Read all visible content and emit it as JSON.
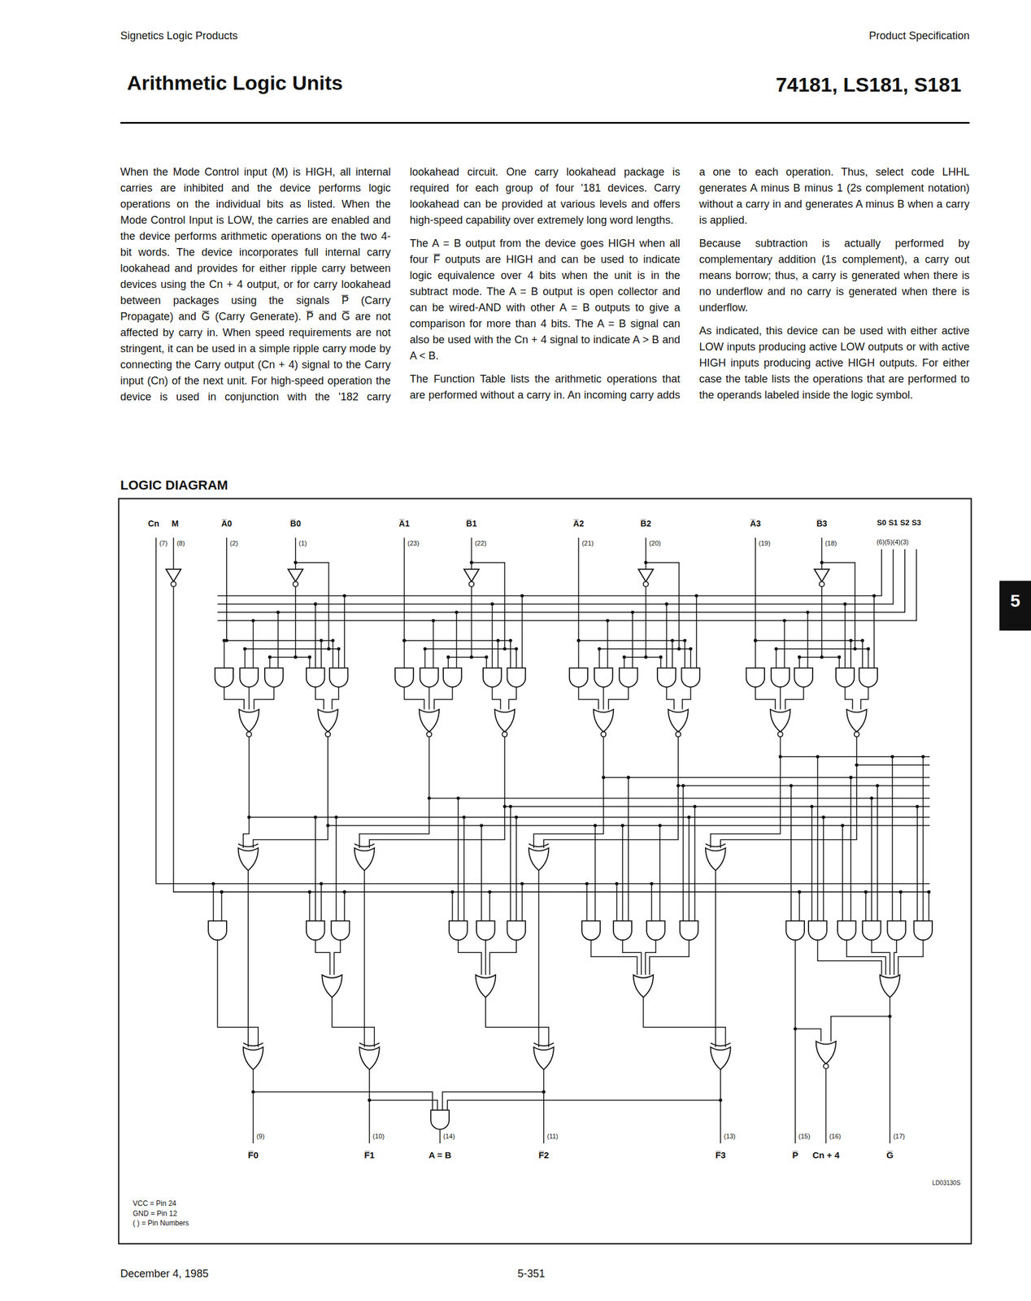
{
  "diagram": {
    "title": "Arithmetic Logic Units",
    "labels": [
      "Signetics Logic Products",
      "Product Specification",
      "74181, LS181, S181",
      "When the Mode Control input (M) is HIGH, all internal carries are inhibited and the device performs logic operations on the individual bits as listed. When the Mode Control Input is LOW, the carries are enabled and the device performs arithmetic operations on the two 4-bit words. The device incorporates full internal carry lookahead and provides for either ripple carry between devices using the Cn + 4 output, or for carry lookahead between packages using the signals P̅ (Carry Propagate) and G̅ (Carry Generate). P̅ and G̅ are not affected by carry in. When speed requirements are not stringent, it can be used in a simple ripple carry mode by connecting the Carry output (Cn + 4) signal to the Carry input (Cn) of the next unit. For high-speed operation the device is used in conjunction with the '182 carry lookahead circuit. One carry lookahead package is required for each group of four '181 devices. Carry lookahead can be provided at various levels and offers high-speed capability over extremely long word lengths.",
      "The A = B output from the device goes HIGH when all four F̅ outputs are HIGH and can be used to indicate logic equivalence over 4 bits when the unit is in the subtract mode. The A = B output is open collector and can be wired-AND with other A = B outputs to give a comparison for more than 4 bits. The A = B signal can also be used with the Cn + 4 signal to indicate A > B and A < B.",
      "The Function Table lists the arithmetic operations that are performed without a carry in. An incoming carry adds a one to each operation. Thus, select code LHHL generates A minus B minus 1 (2s complement notation) without a carry in and generates A minus B when a carry is applied.",
      "Because subtraction is actually performed by complementary addition (1s complement), a carry out means borrow; thus, a carry is generated when there is no underflow and no carry is generated when there is underflow.",
      "As indicated, this device can be used with either active LOW inputs producing active LOW outputs or with active HIGH inputs producing active HIGH outputs. For either case the table lists the operations that are performed to the operands labeled inside the logic symbol.",
      "LOGIC DIAGRAM",
      "Cn",
      "M",
      "A̅0",
      "B̅0",
      "A̅1",
      "B̅1",
      "A̅2",
      "B̅2",
      "A̅3",
      "B̅3",
      "S0 S1 S2 S3",
      "(7)",
      "(8)",
      "(2)",
      "(1)",
      "(23)",
      "(22)",
      "(21)",
      "(20)",
      "(19)",
      "(18)",
      "(6)(5)(4)(3)",
      "(9)",
      "F̅0",
      "(10)",
      "F̅1",
      "(14)",
      "A = B",
      "(11)",
      "F̅2",
      "(13)",
      "F̅3",
      "(15)",
      "P̅",
      "(16)",
      "Cn + 4",
      "(17)",
      "G̅",
      "LD03130S",
      "VCC = Pin 24",
      "GND = Pin 12",
      "( ) = Pin Numbers",
      "December 4, 1985",
      "5-351",
      "5"
    ]
  }
}
